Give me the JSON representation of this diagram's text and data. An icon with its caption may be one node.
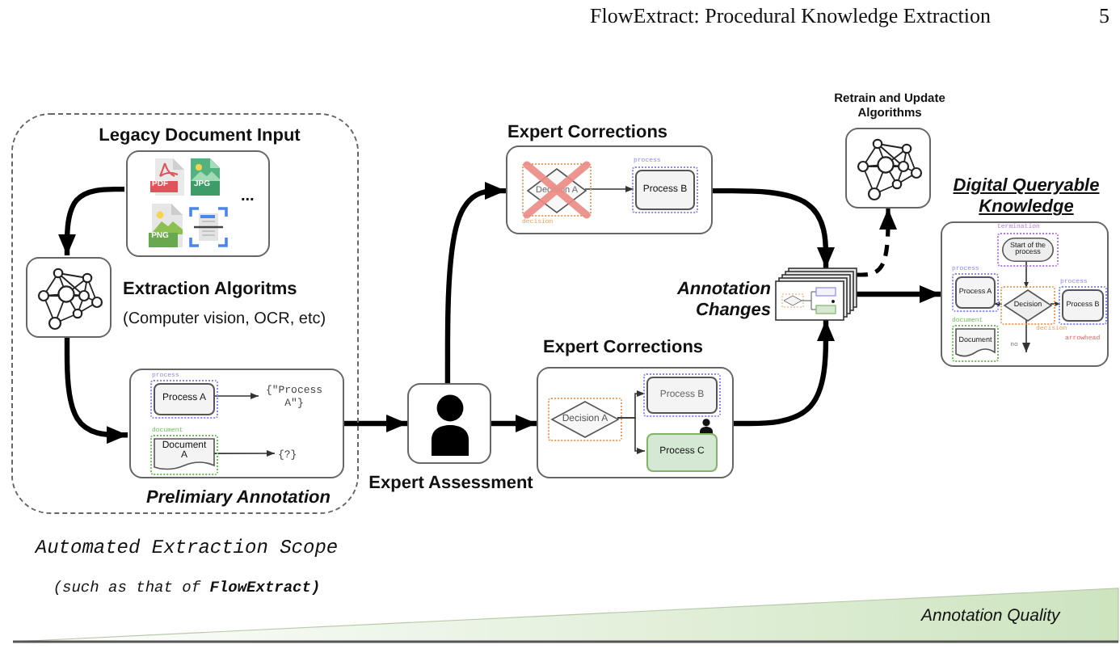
{
  "diagram": {
    "nodes": [
      {
        "text": [
          "Automated Extraction Scope",
          "(such as that of **FlowExtract)**"
        ]
      },
      {
        "text": [
          "Legacy Document Input"
        ],
        "in": 0
      },
      {
        "text": [],
        "shape": "box",
        "beside": [
          "Extraction Algoritms",
          "(Computer vision, OCR, etc)"
        ],
        "in": 0
      },
      {
        "text": [
          "Prelimiary Annotation"
        ],
        "in": 0
      },
      {
        "text": [
          "Process A"
        ],
        "in": 3,
        "beside": [
          "process"
        ]
      },
      {
        "text": [
          "{\"Process A\"}"
        ],
        "in": 3
      },
      {
        "text": [
          "Document A"
        ],
        "in": 3,
        "beside": [
          "document"
        ]
      },
      {
        "text": [
          "{?}"
        ],
        "in": 3
      },
      {
        "text": [
          "Expert Assessment"
        ]
      },
      {
        "text": [
          "Expert Corrections"
        ]
      },
      {
        "text": [
          "Decision A"
        ],
        "in": 9,
        "beside": [
          "decision"
        ]
      },
      {
        "text": [
          "Process B"
        ],
        "in": 9,
        "beside": [
          "process"
        ]
      },
      {
        "text": [
          "Expert Corrections"
        ]
      },
      {
        "text": [
          "Decision A"
        ],
        "in": 12
      },
      {
        "text": [
          "Process B"
        ],
        "in": 12
      },
      {
        "text": [
          "Process C"
        ],
        "in": 12
      },
      {
        "text": [],
        "shape": "picture",
        "beside": [
          "Annotation Changes"
        ]
      },
      {
        "text": [
          "Retrain and Update Algorithms"
        ]
      },
      {
        "text": [
          "Digital Queryable Knowledge"
        ]
      },
      {
        "text": [
          "Start of the process"
        ],
        "in": 18,
        "beside": [
          "termination"
        ]
      },
      {
        "text": [
          "Process A"
        ],
        "in": 18,
        "beside": [
          "process"
        ]
      },
      {
        "text": [
          "Decision"
        ],
        "in": 18,
        "beside": [
          "decision"
        ]
      },
      {
        "text": [
          "Process B"
        ],
        "in": 18,
        "beside": [
          "process"
        ]
      },
      {
        "text": [
          "Document"
        ],
        "in": 18,
        "beside": [
          "document"
        ]
      },
      {
        "text": [
          "Annotation Quality"
        ]
      }
    ],
    "edges": [
      {
        "from": 1,
        "to": 2,
        "arrow": "to",
        "style": "thick"
      },
      {
        "from": 2,
        "to": 3,
        "arrow": "to",
        "style": "thick"
      },
      {
        "from": 4,
        "to": 5,
        "arrow": "to"
      },
      {
        "from": 6,
        "to": 7,
        "arrow": "to"
      },
      {
        "from": 3,
        "to": 8,
        "arrow": "to",
        "style": "thick"
      },
      {
        "from": 8,
        "to": 9,
        "arrow": "to",
        "style": "thick"
      },
      {
        "from": 8,
        "to": 12,
        "arrow": "to",
        "style": "thick"
      },
      {
        "from": 10,
        "to": 11,
        "arrow": "to"
      },
      {
        "from": 13,
        "to": 14,
        "arrow": "to"
      },
      {
        "from": 13,
        "to": 15,
        "arrow": "to"
      },
      {
        "from": 9,
        "to": 16,
        "arrow": "to",
        "style": "thick"
      },
      {
        "from": 12,
        "to": 16,
        "arrow": "to",
        "style": "thick"
      },
      {
        "from": 16,
        "to": 17,
        "arrow": "to",
        "style": "dashed"
      },
      {
        "from": 16,
        "to": 18,
        "arrow": "to",
        "style": "thick"
      },
      {
        "from": 19,
        "to": 21,
        "arrow": "to"
      },
      {
        "from": 21,
        "to": 20,
        "arrow": "to"
      },
      {
        "from": 21,
        "to": 22,
        "arrow": "to"
      },
      {
        "from": 21,
        "to": null,
        "arrow": "to",
        "label": "no"
      }
    ],
    "labels": [
      "FlowExtract: Procedural Knowledge Extraction",
      "5",
      "PDF",
      "JPG",
      "...",
      "PNG",
      "arrowhead"
    ]
  }
}
